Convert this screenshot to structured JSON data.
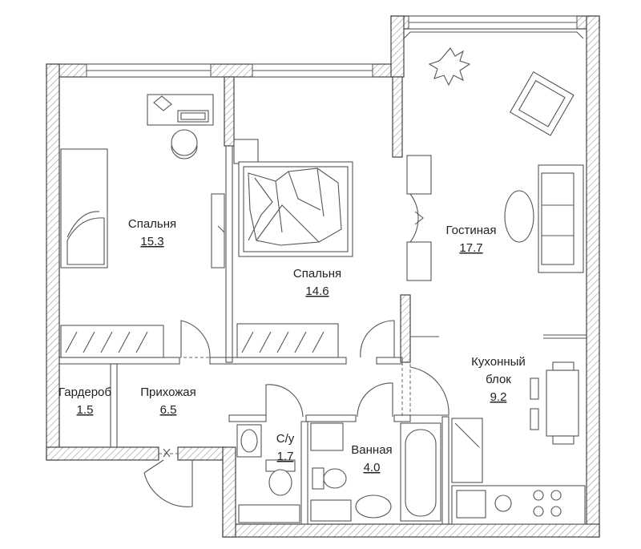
{
  "rooms": [
    {
      "id": "bedroom-1",
      "label": "Спальня",
      "area": "15.3"
    },
    {
      "id": "bedroom-2",
      "label": "Спальня",
      "area": "14.6"
    },
    {
      "id": "living-room",
      "label": "Гостиная",
      "area": "17.7"
    },
    {
      "id": "kitchen",
      "label": "Кухонный блок",
      "area": "9.2"
    },
    {
      "id": "wardrobe",
      "label": "Гардероб",
      "area": "1.5"
    },
    {
      "id": "hallway",
      "label": "Прихожая",
      "area": "6.5"
    },
    {
      "id": "wc",
      "label": "С/у",
      "area": "1.7"
    },
    {
      "id": "bathroom",
      "label": "Ванная",
      "area": "4.0"
    }
  ],
  "kitchen_label_lines": [
    "Кухонный",
    "блок"
  ],
  "colors": {
    "wall_stroke": "#444444",
    "hatch": "#999999",
    "line": "#555555",
    "text": "#222222"
  }
}
